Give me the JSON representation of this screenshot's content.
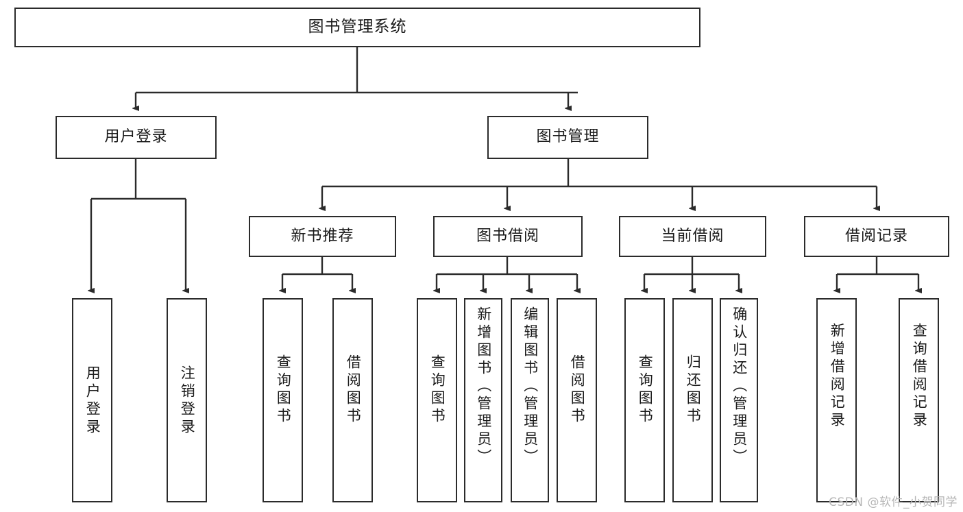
{
  "diagram": {
    "title": "图书管理系统",
    "type": "tree-hierarchy-functional-decomposition",
    "stroke_color": "#2b2b2b",
    "background_color": "#ffffff",
    "text_color": "#1a1a1a",
    "watermark": "CSDN @软件_小贺同学",
    "watermark_color": "#b6b6b6"
  },
  "nodes": {
    "root": {
      "label": "图书管理系统",
      "level": 1,
      "orientation": "horizontal"
    },
    "level2": [
      {
        "id": "user-login",
        "label": "用户登录",
        "orientation": "horizontal"
      },
      {
        "id": "book-management",
        "label": "图书管理",
        "orientation": "horizontal"
      }
    ],
    "level3": [
      {
        "id": "new-book-recommend",
        "label": "新书推荐",
        "orientation": "horizontal",
        "parent": "book-management"
      },
      {
        "id": "book-borrow",
        "label": "图书借阅",
        "orientation": "horizontal",
        "parent": "book-management"
      },
      {
        "id": "current-borrow",
        "label": "当前借阅",
        "orientation": "horizontal",
        "parent": "book-management"
      },
      {
        "id": "borrow-record",
        "label": "借阅记录",
        "orientation": "horizontal",
        "parent": "book-management"
      }
    ],
    "leaves": [
      {
        "id": "leaf-user-login",
        "label": "用户登录",
        "parent": "user-login",
        "orientation": "vertical"
      },
      {
        "id": "leaf-logout",
        "label": "注销登录",
        "parent": "user-login",
        "orientation": "vertical"
      },
      {
        "id": "leaf-query-book-1",
        "label": "查询图书",
        "parent": "new-book-recommend",
        "orientation": "vertical"
      },
      {
        "id": "leaf-borrow-book-1",
        "label": "借阅图书",
        "parent": "new-book-recommend",
        "orientation": "vertical"
      },
      {
        "id": "leaf-query-book-2",
        "label": "查询图书",
        "parent": "book-borrow",
        "orientation": "vertical"
      },
      {
        "id": "leaf-add-book",
        "label": "新增图书（管理员）",
        "parent": "book-borrow",
        "orientation": "vertical"
      },
      {
        "id": "leaf-edit-book",
        "label": "编辑图书（管理员）",
        "parent": "book-borrow",
        "orientation": "vertical"
      },
      {
        "id": "leaf-borrow-book-2",
        "label": "借阅图书",
        "parent": "book-borrow",
        "orientation": "vertical"
      },
      {
        "id": "leaf-query-book-3",
        "label": "查询图书",
        "parent": "current-borrow",
        "orientation": "vertical"
      },
      {
        "id": "leaf-return-book",
        "label": "归还图书",
        "parent": "current-borrow",
        "orientation": "vertical"
      },
      {
        "id": "leaf-confirm-return",
        "label": "确认归还（管理员）",
        "parent": "current-borrow",
        "orientation": "vertical"
      },
      {
        "id": "leaf-add-record",
        "label": "新增借阅记录",
        "parent": "borrow-record",
        "orientation": "vertical"
      },
      {
        "id": "leaf-query-record",
        "label": "查询借阅记录",
        "parent": "borrow-record",
        "orientation": "vertical"
      }
    ]
  }
}
